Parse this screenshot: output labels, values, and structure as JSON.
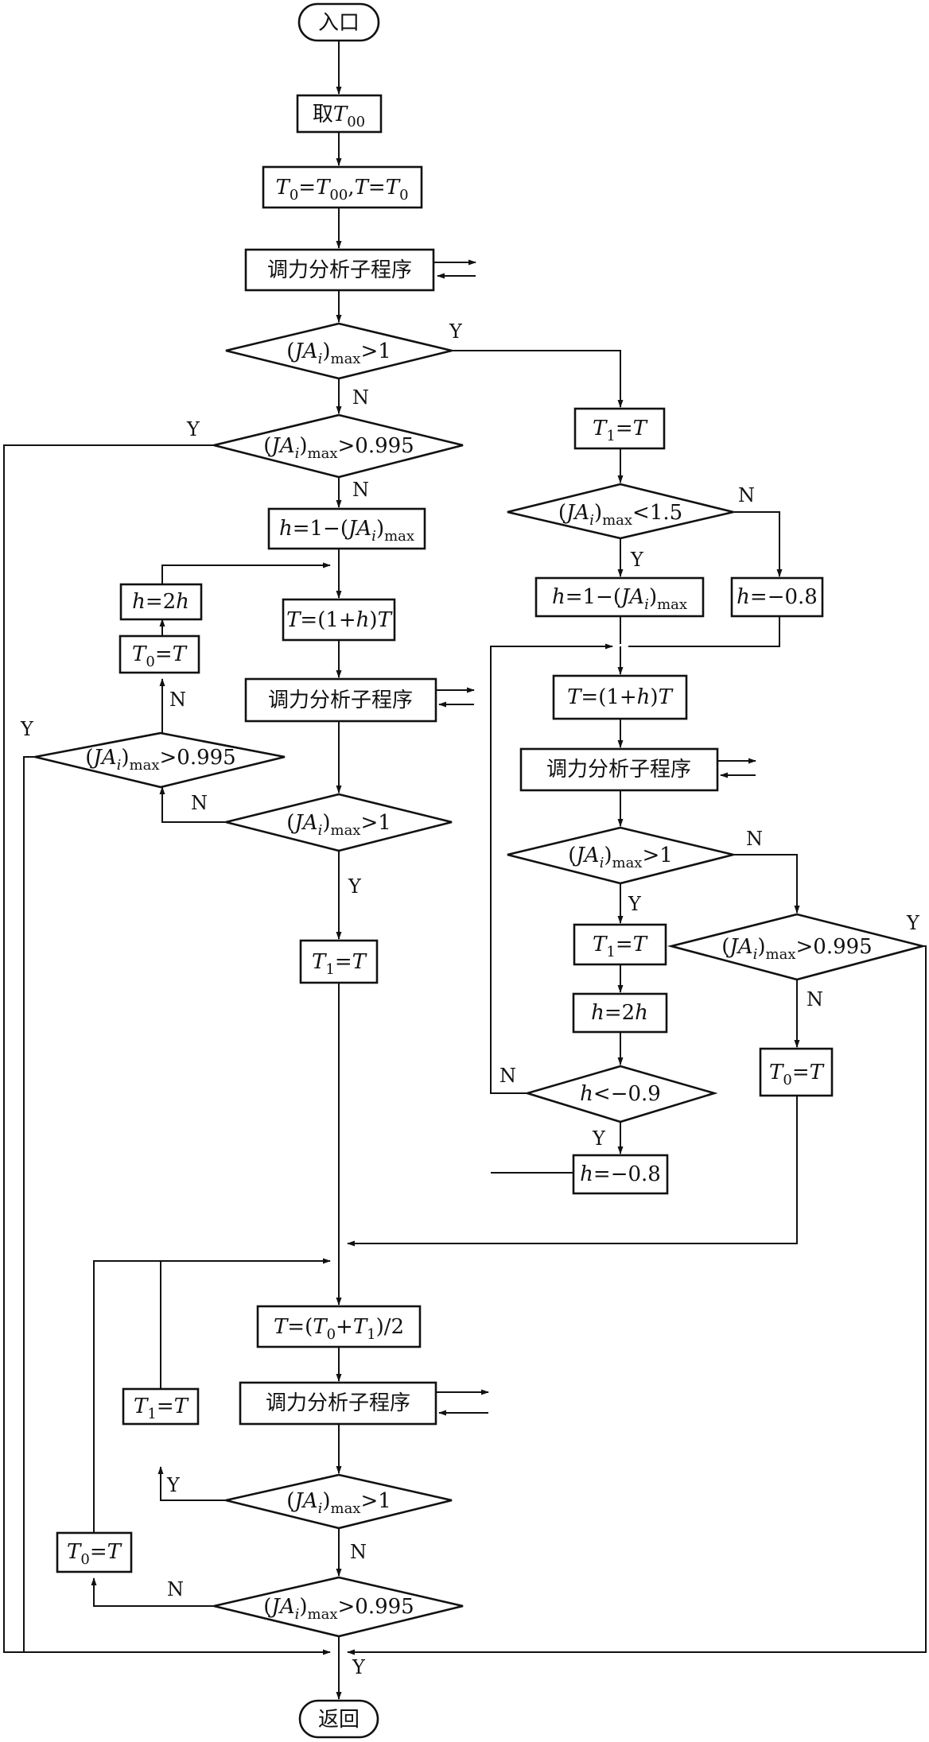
{
  "terminals": {
    "start": "入口",
    "end": "返回"
  },
  "subroutine": "调力分析子程序",
  "branch": {
    "yes": "Y",
    "no": "N"
  },
  "symbols": {
    "T": "T",
    "T0": "T",
    "T0_sub": "0",
    "T1": "T",
    "T1_sub": "1",
    "T00_sub": "00",
    "h": "h",
    "JAi": "JA",
    "i": "i",
    "max": "max"
  },
  "colors": {
    "line": "#111111",
    "background": "#ffffff"
  },
  "boxes": {
    "take_T00": "取",
    "init_sep": ",",
    "eq": "=",
    "h_calc_prefix": "=1−(",
    "h_double": "=2",
    "h_set_08": "=−0.8",
    "t_update_a": "=(1+",
    "t_update_b": ")",
    "t_mid_a": "=(",
    "t_mid_plus": "+",
    "t_mid_b": ")/2"
  },
  "conditions": {
    "gt_1": ">1",
    "gt_0995": ">0.995",
    "lt_15": "<1.5",
    "h_lt": "<−0.9"
  }
}
